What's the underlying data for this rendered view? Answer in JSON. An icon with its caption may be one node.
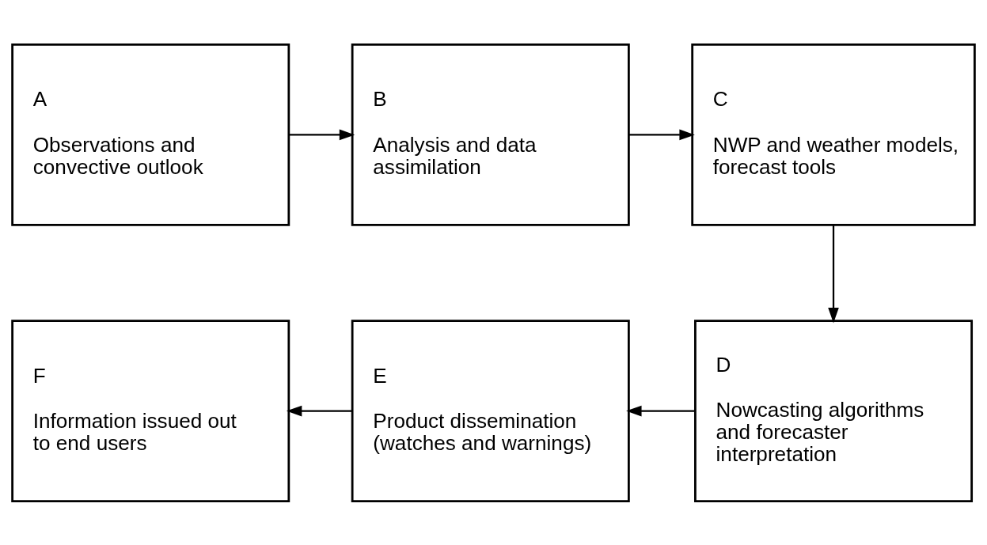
{
  "diagram": {
    "nodes": [
      {
        "text": [
          "A",
          "Observations and convective outlook"
        ]
      },
      {
        "text": [
          "B",
          "Analysis and data assimilation"
        ]
      },
      {
        "text": [
          "C",
          "NWP and weather models, forecast tools"
        ]
      },
      {
        "text": [
          "D",
          "Nowcasting algorithms and forecaster interpretation"
        ]
      },
      {
        "text": [
          "E",
          "Product dissemination (watches and warnings)"
        ]
      },
      {
        "text": [
          "F",
          "Information issued out to end users"
        ]
      }
    ],
    "edges": [
      {
        "from": 0,
        "to": 1,
        "arrow": "to"
      },
      {
        "from": 1,
        "to": 2,
        "arrow": "to"
      },
      {
        "from": 2,
        "to": 3,
        "arrow": "to"
      },
      {
        "from": 3,
        "to": 4,
        "arrow": "to"
      },
      {
        "from": 4,
        "to": 5,
        "arrow": "to"
      }
    ]
  }
}
